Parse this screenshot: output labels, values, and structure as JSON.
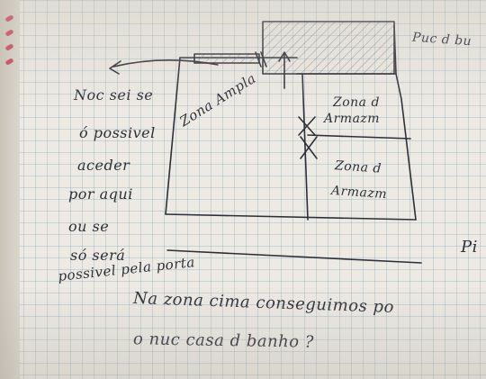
{
  "note": {
    "top_right": "Puc d bu",
    "left_lines": [
      "Noc sei se",
      "ó possivel",
      "aceder",
      "por aqui",
      "ou se",
      "só será",
      "possivel pela porta"
    ],
    "zona_ampla": "Zona Ampla",
    "zona_armazem_1": [
      "Zona d",
      "Armazm"
    ],
    "zona_armazem_2": [
      "Zona d",
      "Armazm"
    ],
    "bottom_lines": [
      "Na zona cima conseguimos po",
      "o nuc casa d banho ?"
    ],
    "right_edge": "Pi"
  },
  "colors": {
    "paper": "#eceae3",
    "ink": "#2f2f3a",
    "grid": "#6e96af",
    "spiral": "#c84a5a"
  }
}
